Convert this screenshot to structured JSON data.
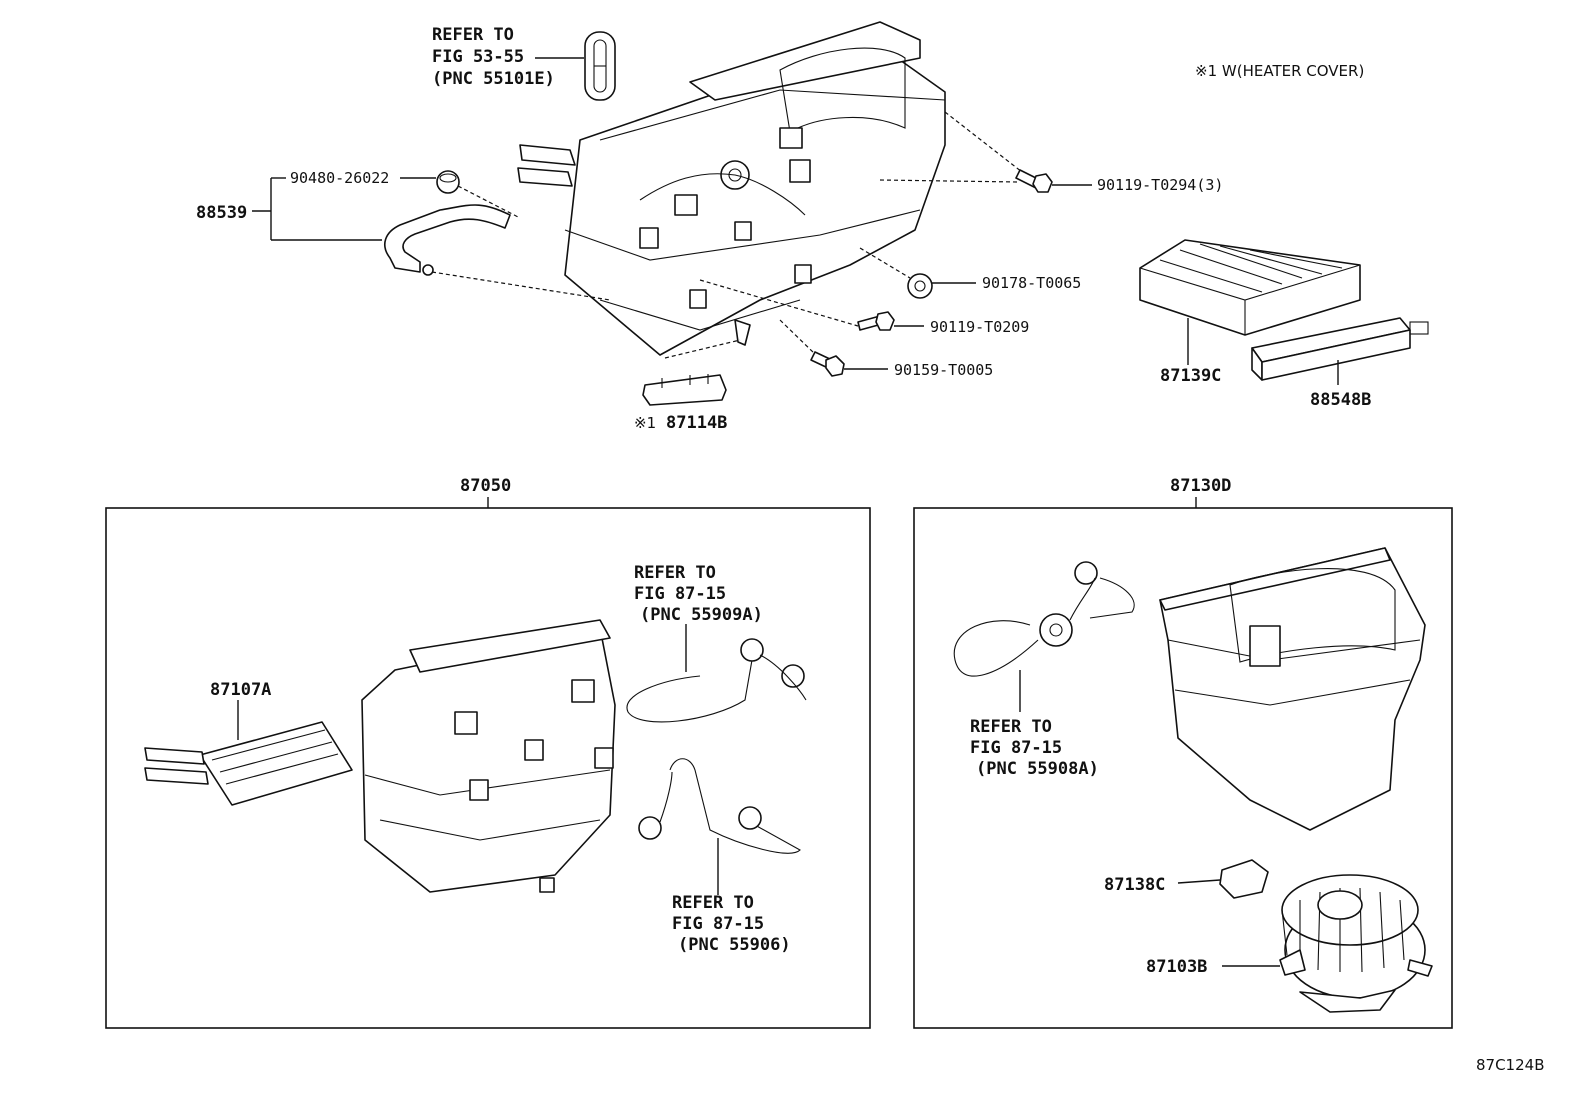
{
  "note": {
    "mark": "※1",
    "text": "W(HEATER COVER)"
  },
  "figure_id": "87C124B",
  "top_labels": {
    "refer_55101e": [
      "REFER TO",
      "FIG 53-55",
      "(PNC 55101E)"
    ],
    "p90480": "90480-26022",
    "p88539": "88539",
    "p90119_t0294": "90119-T0294(3)",
    "p90178": "90178-T0065",
    "p90119_t0209": "90119-T0209",
    "p90159": "90159-T0005",
    "p87114b_mark": "※1",
    "p87114b": "87114B",
    "p87139c": "87139C",
    "p88548b": "88548B"
  },
  "left_box": {
    "title": "87050",
    "p87107a": "87107A",
    "refer_55909a": [
      "REFER TO",
      "FIG 87-15",
      "(PNC 55909A)"
    ],
    "refer_55906": [
      "REFER TO",
      "FIG 87-15",
      "(PNC 55906)"
    ]
  },
  "right_box": {
    "title": "87130D",
    "refer_55908a": [
      "REFER TO",
      "FIG 87-15",
      "(PNC 55908A)"
    ],
    "p87138c": "87138C",
    "p87103b": "87103B"
  }
}
